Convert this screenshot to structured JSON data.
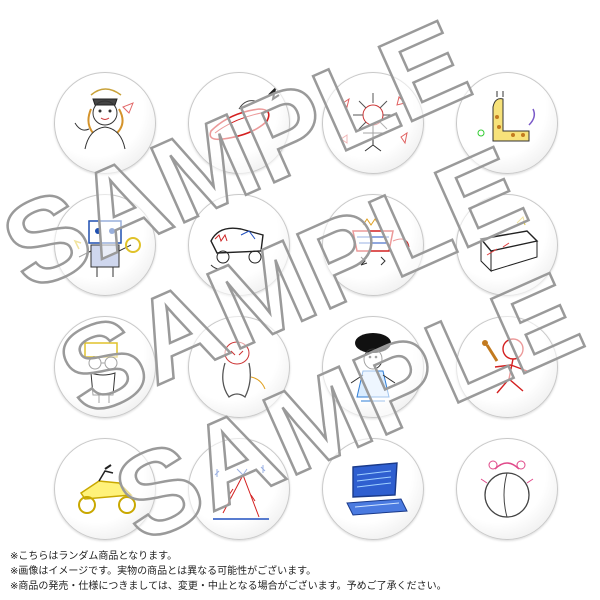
{
  "watermark_text": "SAMPLE",
  "badges": [
    {
      "icon": "girl-drawing-icon"
    },
    {
      "icon": "red-loop-drawing-icon"
    },
    {
      "icon": "flower-figure-drawing-icon"
    },
    {
      "icon": "giraffe-drawing-icon"
    },
    {
      "icon": "robot-drawing-icon"
    },
    {
      "icon": "monster-car-drawing-icon"
    },
    {
      "icon": "robot-ship-drawing-icon"
    },
    {
      "icon": "box-car-drawing-icon"
    },
    {
      "icon": "glasses-man-drawing-icon"
    },
    {
      "icon": "ghost-drawing-icon"
    },
    {
      "icon": "afro-figure-drawing-icon"
    },
    {
      "icon": "runner-drawing-icon"
    },
    {
      "icon": "motorbike-drawing-icon"
    },
    {
      "icon": "fireworks-drawing-icon"
    },
    {
      "icon": "laptop-drawing-icon"
    },
    {
      "icon": "ball-creature-drawing-icon"
    }
  ],
  "notes": [
    "※こちらはランダム商品となります。",
    "※画像はイメージです。実物の商品とは異なる可能性がございます。",
    "※商品の発売・仕様につきましては、変更・中止となる場合がございます。予めご了承ください。"
  ]
}
